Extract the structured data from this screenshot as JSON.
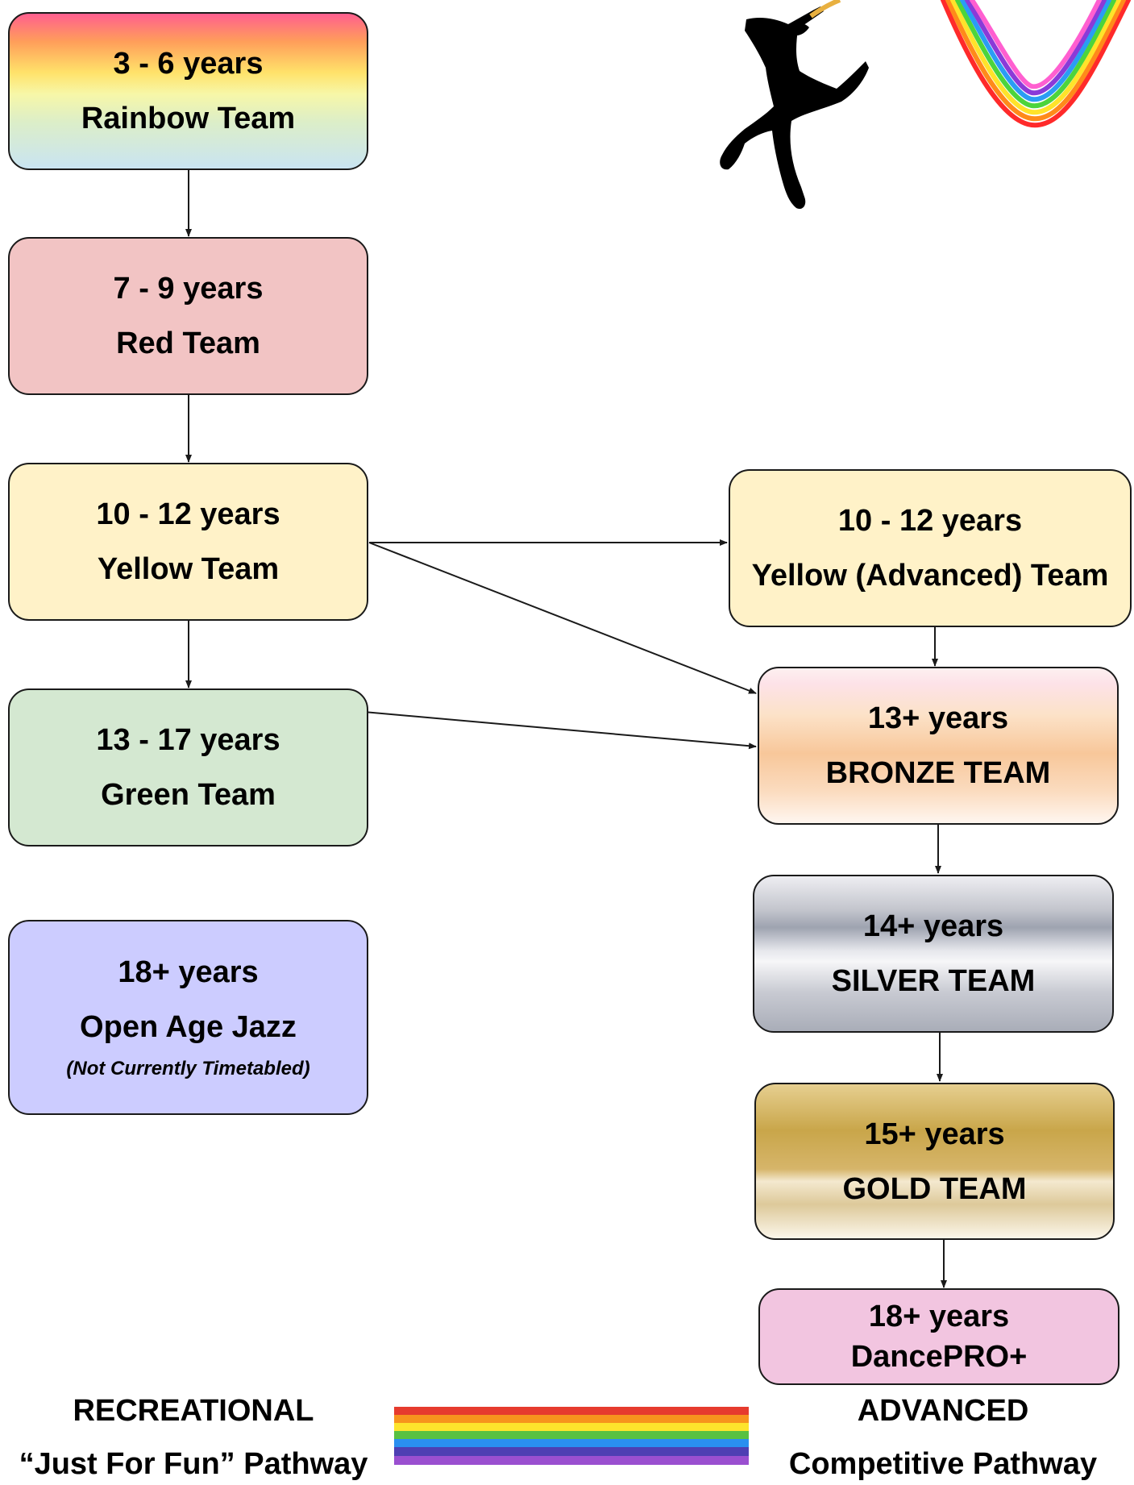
{
  "recreational": {
    "rainbow": {
      "age": "3 - 6 years",
      "team": "Rainbow Team"
    },
    "red": {
      "age": "7 - 9 years",
      "team": "Red Team"
    },
    "yellow": {
      "age": "10 - 12 years",
      "team": "Yellow Team"
    },
    "green": {
      "age": "13 - 17 years",
      "team": "Green Team"
    },
    "open": {
      "age": "18+ years",
      "team": "Open Age Jazz",
      "note": "(Not Currently Timetabled)"
    }
  },
  "advanced": {
    "yellow_adv": {
      "age": "10 - 12 years",
      "team": "Yellow (Advanced) Team"
    },
    "bronze": {
      "age": "13+ years",
      "team": "BRONZE TEAM"
    },
    "silver": {
      "age": "14+ years",
      "team": "SILVER TEAM"
    },
    "gold": {
      "age": "15+ years",
      "team": "GOLD TEAM"
    },
    "dancepro": {
      "age": "18+ years",
      "team": "DancePRO+"
    }
  },
  "footer": {
    "left_title": "RECREATIONAL",
    "left_subtitle": "“Just For Fun” Pathway",
    "right_title": "ADVANCED",
    "right_subtitle": "Competitive Pathway"
  },
  "colors": {
    "red_team": "#f2c4c4",
    "yellow_team": "#fff2c8",
    "green_team": "#d4e8d1",
    "open_team": "#ccccff",
    "dancepro": "#f2c5e0",
    "line": "#1a1a1a"
  },
  "icons": [
    "dancer-silhouette-icon",
    "rainbow-ribbon-icon",
    "rainbow-stripes-icon"
  ]
}
